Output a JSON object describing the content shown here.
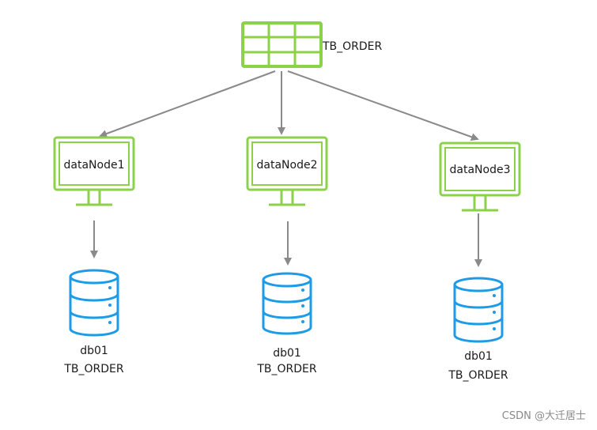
{
  "colors": {
    "node_green": "#8bd24a",
    "db_blue": "#1e9be6",
    "arrow_gray": "#8a8a8a"
  },
  "table": {
    "icon": "table-grid-icon",
    "label": "TB_ORDER"
  },
  "nodes": [
    {
      "icon": "monitor-icon",
      "label": "dataNode1",
      "db": {
        "icon": "database-icon",
        "name": "db01",
        "table": "TB_ORDER"
      }
    },
    {
      "icon": "monitor-icon",
      "label": "dataNode2",
      "db": {
        "icon": "database-icon",
        "name": "db01",
        "table": "TB_ORDER"
      }
    },
    {
      "icon": "monitor-icon",
      "label": "dataNode3",
      "db": {
        "icon": "database-icon",
        "name": "db01",
        "table": "TB_ORDER"
      }
    }
  ],
  "watermark": "CSDN @大迁居士"
}
